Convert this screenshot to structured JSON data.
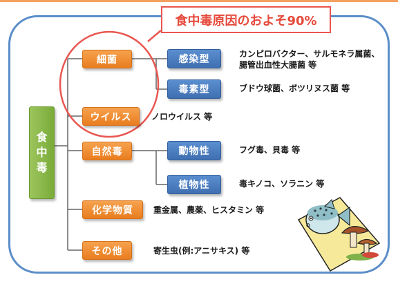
{
  "highlight": {
    "label": "食中毒原因のおよそ90%"
  },
  "root": {
    "chars": [
      "食",
      "中",
      "毒"
    ]
  },
  "branches": [
    {
      "label": "細菌"
    },
    {
      "label": "ウイルス",
      "note": "ノロウイルス 等"
    },
    {
      "label": "自然毒"
    },
    {
      "label": "化学物質",
      "note": "重金属、農薬、ヒスタミン 等"
    },
    {
      "label": "その他",
      "note": "寄生虫(例:アニサキス) 等"
    }
  ],
  "subbranches": [
    {
      "label": "感染型",
      "note": "カンピロバクター、サルモネラ属菌、",
      "note2": "腸管出血性大腸菌 等"
    },
    {
      "label": "毒素型",
      "note": "ブドウ球菌、ボツリヌス菌 等"
    },
    {
      "label": "動物性",
      "note": "フグ毒、貝毒 等"
    },
    {
      "label": "植物性",
      "note": "毒キノコ、ソラニン 等"
    }
  ],
  "illustration": {
    "icon": "pufferfish-and-mushrooms-icon"
  },
  "colors": {
    "frame": "#5b8ec9",
    "branch": "#f08c33",
    "sub": "#4a7cc1",
    "root": "#8ab84b",
    "highlight": "#e95650"
  }
}
